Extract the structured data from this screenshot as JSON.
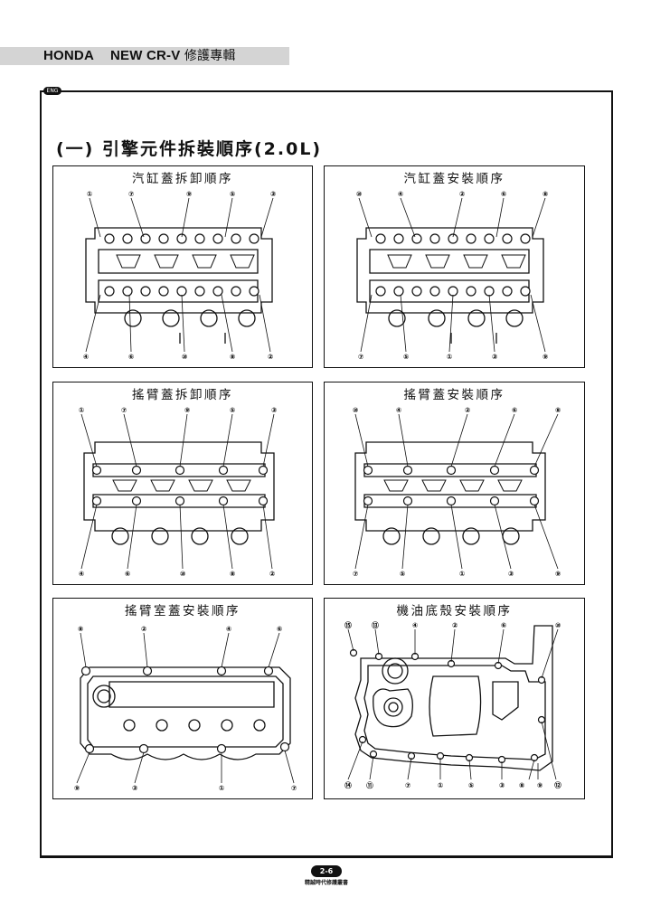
{
  "header": {
    "brand": "HONDA",
    "model": "NEW CR-V",
    "title_zh": "修護專輯"
  },
  "logo_text": "ENG",
  "section_title": "(一) 引擎元件拆裝順序(2.0L)",
  "panels": [
    {
      "title": "汽缸蓋拆卸順序",
      "top_labels": [
        "①",
        "⑦",
        "⑨",
        "⑤",
        "③"
      ],
      "bottom_labels": [
        "④",
        "⑥",
        "⑩",
        "⑧",
        "②"
      ]
    },
    {
      "title": "汽缸蓋安裝順序",
      "top_labels": [
        "⑩",
        "④",
        "②",
        "⑥",
        "⑧"
      ],
      "bottom_labels": [
        "⑦",
        "⑤",
        "①",
        "③",
        "⑨"
      ]
    },
    {
      "title": "搖臂蓋拆卸順序",
      "top_labels": [
        "①",
        "⑦",
        "⑨",
        "⑤",
        "③"
      ],
      "bottom_labels": [
        "④",
        "⑥",
        "⑩",
        "⑧",
        "②"
      ]
    },
    {
      "title": "搖臂蓋安裝順序",
      "top_labels": [
        "⑩",
        "④",
        "②",
        "⑥",
        "⑧"
      ],
      "bottom_labels": [
        "⑦",
        "⑤",
        "①",
        "③",
        "⑨"
      ]
    },
    {
      "title": "搖臂室蓋安裝順序",
      "top_labels": [
        "⑧",
        "②",
        "④",
        "⑥"
      ],
      "bottom_labels": [
        "⑨",
        "③",
        "①",
        "⑦"
      ]
    },
    {
      "title": "機油底殼安裝順序",
      "top_labels": [
        "⑮",
        "⑬",
        "④",
        "②",
        "⑥",
        "⑩"
      ],
      "bottom_labels": [
        "⑭",
        "⑪",
        "⑦",
        "①",
        "⑤",
        "③",
        "⑧",
        "⑨",
        "⑫"
      ]
    }
  ],
  "footer": {
    "page": "2-6",
    "publisher": "精誠時代修護叢書"
  }
}
